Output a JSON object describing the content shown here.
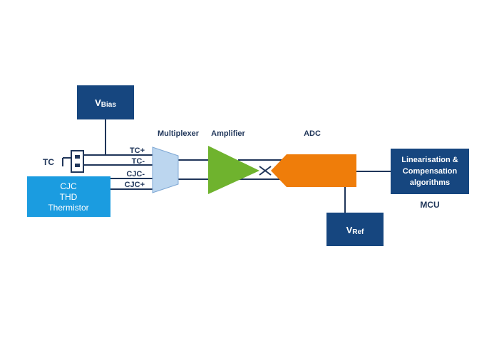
{
  "blocks": {
    "vbias": {
      "main": "V",
      "sub": "Bias"
    },
    "vref": {
      "main": "V",
      "sub": "Ref"
    },
    "cjc_thermistor": {
      "line1": "CJC",
      "line2": "THD",
      "line3": "Thermistor"
    },
    "mcu_block": {
      "line1": "Linearisation &",
      "line2": "Compensation",
      "line3": "algorithms"
    }
  },
  "labels": {
    "tc": "TC",
    "multiplexer": "Multiplexer",
    "amplifier": "Amplifier",
    "adc": "ADC",
    "mcu": "MCU"
  },
  "signals": {
    "tc_plus": "TC+",
    "tc_minus": "TC-",
    "cjc_minus": "CJC-",
    "cjc_plus": "CJC+"
  },
  "colors": {
    "dark_navy": "#16467f",
    "light_blue": "#1b9ce0",
    "mux_fill": "#bcd6ef",
    "amp_green": "#6fb32e",
    "adc_orange": "#ef7d0a",
    "line": "#1f3559"
  }
}
